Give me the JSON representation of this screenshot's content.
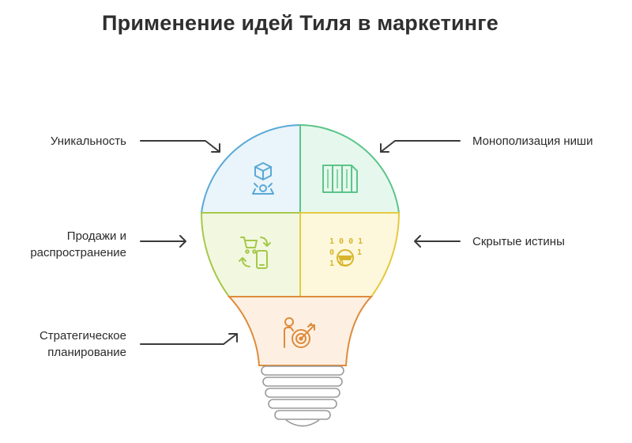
{
  "title": "Применение идей Тиля в маркетинге",
  "segments": {
    "uniqueness": {
      "label": "Уникальность",
      "icon": "robot-arm-cube-icon",
      "color": "#5aa9d6",
      "fill": "#e9f4fb"
    },
    "monopoly": {
      "label": "Монополизация ниши",
      "icon": "columns-icon",
      "color": "#5cc48a",
      "fill": "#e6f8ed"
    },
    "sales": {
      "label_line1": "Продажи и",
      "label_line2": "распространение",
      "icon": "cart-phone-icon",
      "color": "#a6c84b",
      "fill": "#f2f8e0"
    },
    "secrets": {
      "label": "Скрытые истины",
      "icon": "binary-mask-icon",
      "color": "#e6c940",
      "fill": "#fdf8dc"
    },
    "strategy": {
      "label_line1": "Стратегическое",
      "label_line2": "планирование",
      "icon": "person-target-icon",
      "color": "#de8b3c",
      "fill": "#fdf0e2"
    }
  },
  "binary_rows": [
    "1 0 0 1",
    "0",
    "1",
    "1 0"
  ]
}
